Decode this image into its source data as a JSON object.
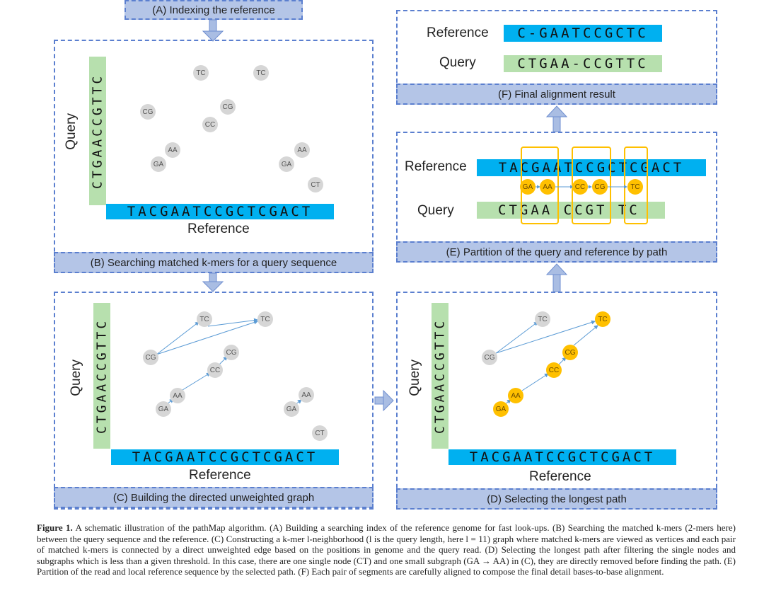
{
  "panels": {
    "a": {
      "title": "(A) Indexing the reference"
    },
    "b": {
      "caption": "(B) Searching matched k-mers for a query sequence"
    },
    "c": {
      "caption": "(C) Building the directed unweighted graph"
    },
    "d": {
      "caption": "(D) Selecting the longest path"
    },
    "e": {
      "caption": "(E) Partition of the query and reference by path"
    },
    "f": {
      "caption": "(F) Final alignment result"
    }
  },
  "labels": {
    "query": "Query",
    "reference": "Reference"
  },
  "sequences": {
    "reference": "TACGAATCCGCTCGACT",
    "query": "CTGAACCGTTC",
    "f_reference": "C-GAATCCGCTC",
    "f_match": "| ||| ||| ||",
    "f_query": "CTGAA-CCGTTC",
    "e_reference": "TACGAATCCGCTCGACT",
    "e_query": "CTGAA CCGT TC"
  },
  "kmers": {
    "tc": "TC",
    "cg": "CG",
    "cc": "CC",
    "aa": "AA",
    "ga": "GA",
    "ct": "CT"
  },
  "colors": {
    "reference_bar": "#00b0f0",
    "query_bar": "#b7e0ae",
    "selected_node": "#ffc000",
    "node": "#d6d6d6",
    "dashed_border": "#5b7fcf",
    "caption_bar": "#b4c5e7"
  },
  "figure_caption": {
    "label": "Figure 1.",
    "text": "A schematic illustration of the pathMap algorithm. (A) Building a searching index of the reference genome for fast look-ups. (B) Searching the matched k-mers (2-mers here) between the query sequence and the reference. (C) Constructing a k-mer l-neighborhood (l is the query length, here l = 11) graph where matched k-mers are viewed as vertices and each pair of matched k-mers is connected by a direct unweighted edge based on the positions in genome and the query read. (D) Selecting the longest path after filtering the single nodes and subgraphs which is less than a given threshold. In this case, there are one single node (CT) and one small subgraph (GA → AA) in (C), they are directly removed before finding the path. (E) Partition of the read and local reference sequence by the selected path. (F) Each pair of segments are carefully aligned to compose the final detail bases-to-base alignment."
  }
}
